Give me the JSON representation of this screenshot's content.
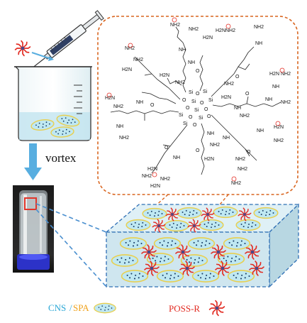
{
  "colors": {
    "cns": "#2aa7d6",
    "spa": "#f0a21c",
    "poss": "#e22b22",
    "arrow": "#58aee0",
    "callout": "#d9651f",
    "sheet_fill": "#bfe8f2",
    "sheet_rim": "#e9cf4e",
    "box_front": "#cfe6ef",
    "box_top": "#dff0f6",
    "box_side": "#b8d7e2"
  },
  "icons": [
    "syringe-icon",
    "poss-star-icon",
    "beaker-icon",
    "vial-photo",
    "sheet-icon"
  ],
  "labels": {
    "vortex": "vortex",
    "legend_cns": "CNS",
    "legend_slash": "/",
    "legend_spa": "SPA",
    "legend_poss": "POSS-R"
  },
  "molecule": {
    "core_atoms": [
      "Si",
      "O",
      "Si",
      "O",
      "Si",
      "O",
      "Si",
      "O",
      "Si",
      "O",
      "Si",
      "O",
      "Si",
      "O",
      "Si",
      "O"
    ],
    "arm_groups": [
      "NH2",
      "NH",
      "H2N",
      "NH2",
      "NH",
      "O",
      "H2N",
      "NH2",
      "NH2",
      "H2N",
      "NH2",
      "NH",
      "O",
      "NH2",
      "NH",
      "H2N",
      "NH2",
      "NH2",
      "NH",
      "O",
      "H2N",
      "NH",
      "NH2",
      "H2N",
      "NH2",
      "NH",
      "O",
      "NH2",
      "NH",
      "NH2",
      "NH2",
      "NH2",
      "H2N",
      "NH",
      "O",
      "H2N",
      "NH2",
      "NH2",
      "H2N",
      "NH",
      "O",
      "NH2",
      "NH",
      "H2N",
      "NH2",
      "O",
      "NH",
      "NH2",
      "NH2",
      "H2N"
    ]
  }
}
